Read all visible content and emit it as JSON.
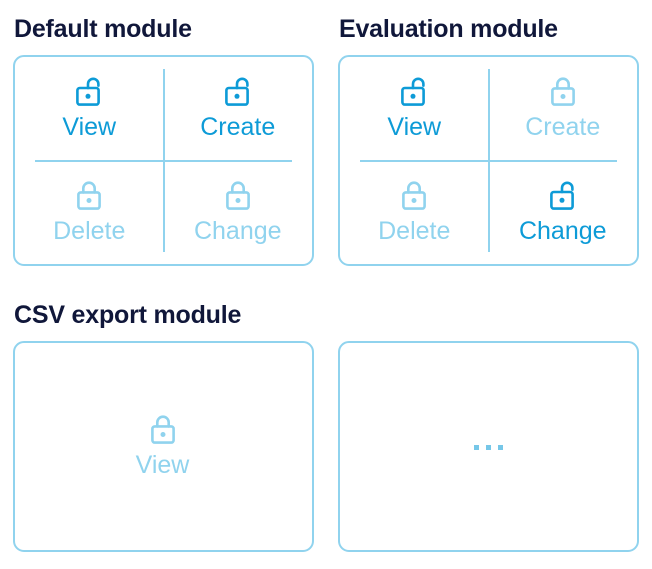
{
  "colors": {
    "active": "#0d9bd7",
    "muted": "#90d3ee",
    "title": "#10173a",
    "card_border": "#90d3ee",
    "background": "#ffffff"
  },
  "modules": [
    {
      "title": "Default module",
      "layout": "quad",
      "permissions": [
        {
          "label": "View",
          "state": "unlocked",
          "icon": "unlock-icon"
        },
        {
          "label": "Create",
          "state": "unlocked",
          "icon": "unlock-icon"
        },
        {
          "label": "Delete",
          "state": "locked",
          "icon": "lock-icon"
        },
        {
          "label": "Change",
          "state": "locked",
          "icon": "lock-icon"
        }
      ]
    },
    {
      "title": "Evaluation module",
      "layout": "quad",
      "permissions": [
        {
          "label": "View",
          "state": "unlocked",
          "icon": "unlock-icon"
        },
        {
          "label": "Create",
          "state": "locked",
          "icon": "lock-icon"
        },
        {
          "label": "Delete",
          "state": "locked",
          "icon": "lock-icon"
        },
        {
          "label": "Change",
          "state": "unlocked",
          "icon": "unlock-icon"
        }
      ]
    },
    {
      "title": "CSV export module",
      "layout": "single",
      "permissions": [
        {
          "label": "View",
          "state": "locked",
          "icon": "lock-icon"
        }
      ]
    },
    {
      "title": "",
      "layout": "ellipsis",
      "ellipsis": "...",
      "permissions": []
    }
  ]
}
